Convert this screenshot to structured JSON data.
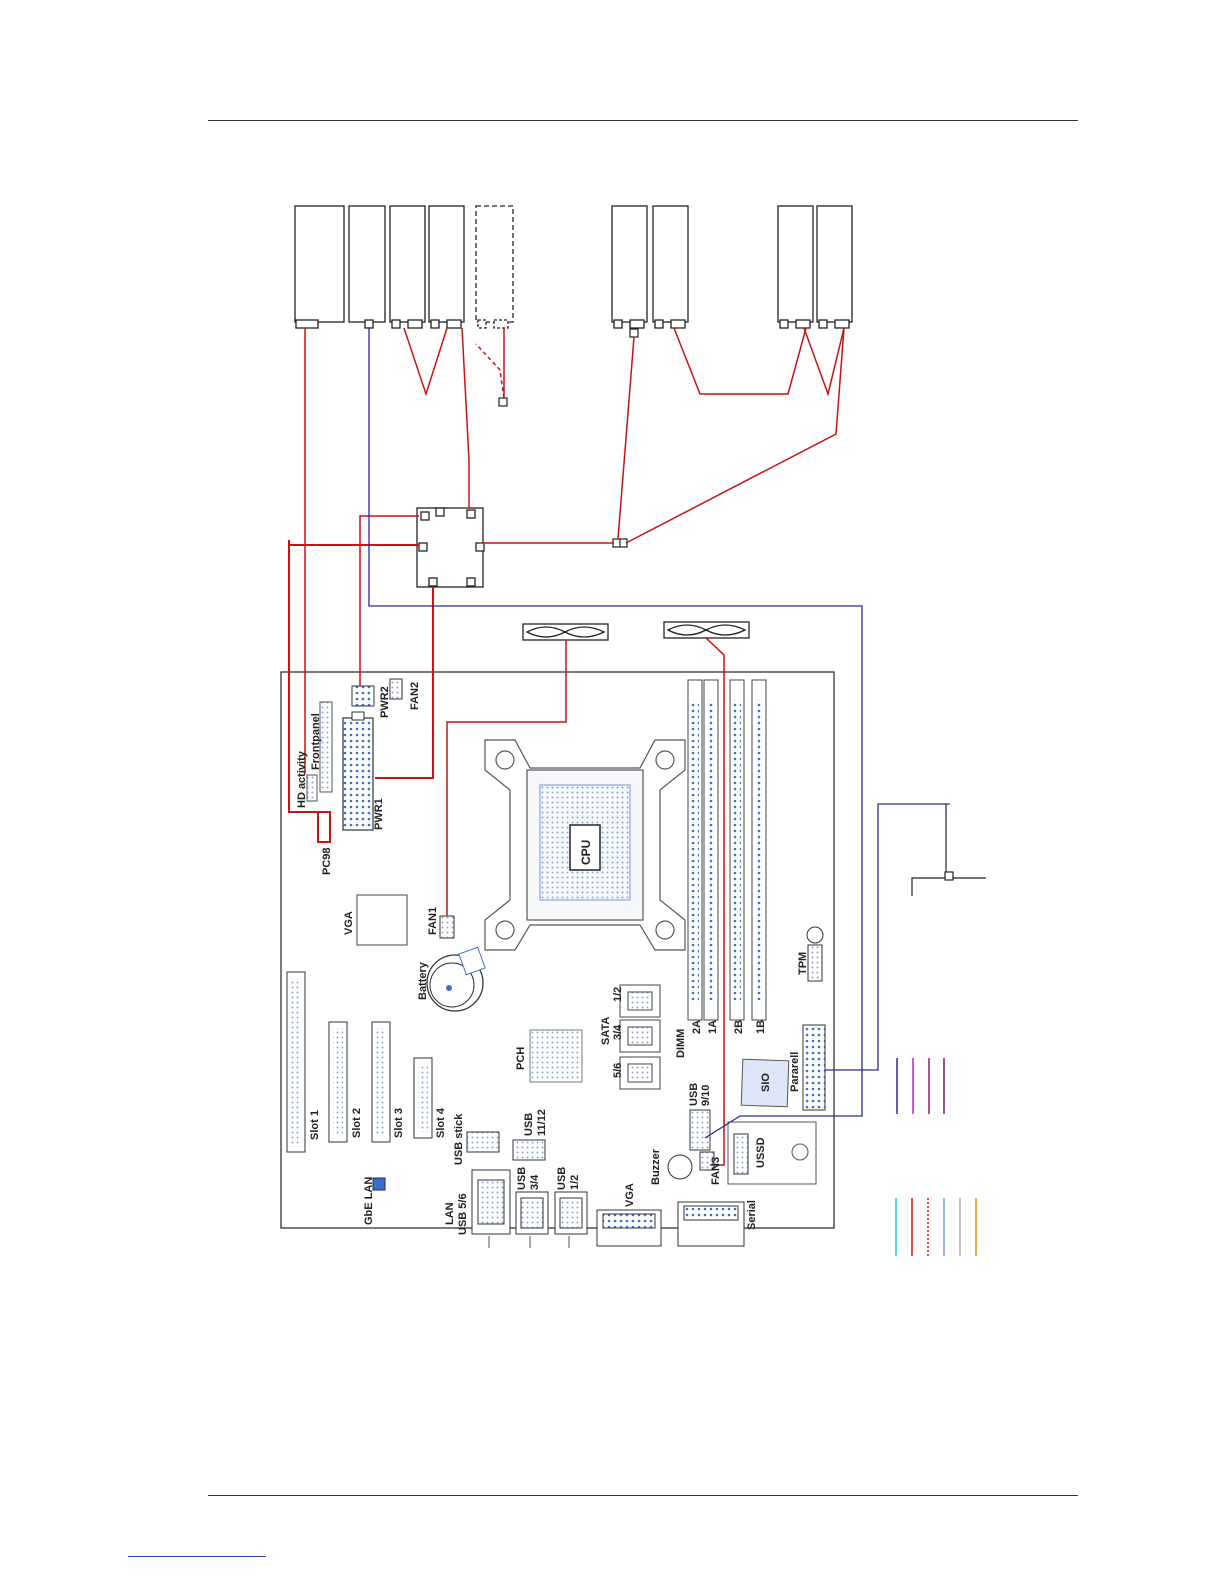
{
  "diagram": {
    "labels": {
      "hd_activity": "HD activity",
      "frontpanel": "Frontpanel",
      "pc98": "PC98",
      "pwr2": "PWR2",
      "fan2": "FAN2",
      "pwr1": "PWR1",
      "fan1": "FAN1",
      "cpu": "CPU",
      "vga_chip": "VGA",
      "battery": "Battery",
      "pch": "PCH",
      "sata": "SATA",
      "sata_12": "1/2",
      "sata_34": "3/4",
      "sata_56": "5/6",
      "dimm": "DIMM",
      "dimm_2a": "2A",
      "dimm_1a": "1A",
      "dimm_2b": "2B",
      "dimm_1b": "1B",
      "tpm": "TPM",
      "sio": "SIO",
      "parallel": "Pararell",
      "usb": "USB",
      "usb_910": "9/10",
      "usb_1112": "11/12",
      "usb_stick": "USB stick",
      "fan3": "FAN3",
      "ussd": "USSD",
      "buzzer": "Buzzer",
      "gbe_lan": "GbE LAN",
      "lan": "LAN",
      "usb_56": "USB 5/6",
      "usb_34": "3/4",
      "usb_12": "1/2",
      "vga_port": "VGA",
      "serial": "Serial",
      "slot1": "Slot 1",
      "slot2": "Slot 2",
      "slot3": "Slot 3",
      "slot4": "Slot 4"
    },
    "colors": {
      "red_cable": "#c81414",
      "blue_cable": "#2a2a9a",
      "dimm_blue": "#3b6fd0",
      "legend": [
        "#2a2a9a",
        "#c020c0",
        "#8a2060",
        "#6a1a60",
        "#20c8d0",
        "#c81414",
        "#c81414",
        "#7aa0d0",
        "#b0b0b0",
        "#e08a10"
      ]
    }
  }
}
